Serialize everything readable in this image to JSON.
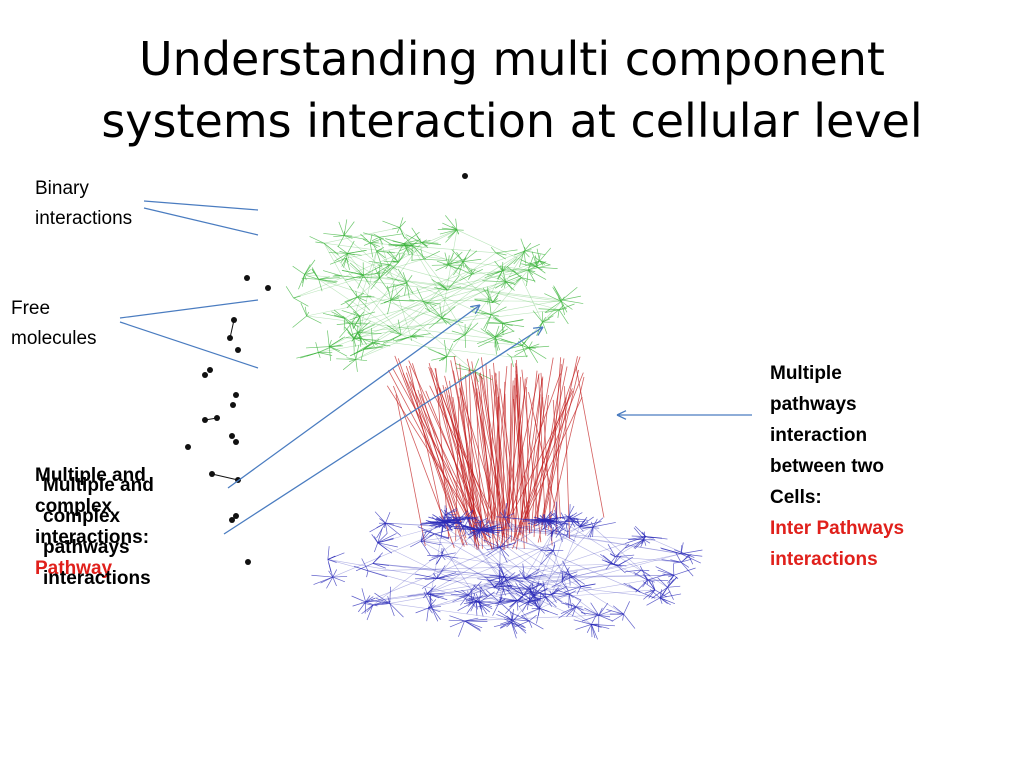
{
  "slide": {
    "title_line1": "Understanding multi component",
    "title_line2": "systems interaction at cellular level"
  },
  "labels": {
    "binary_line1": "Binary",
    "binary_line2": "interactions",
    "free_line1": "Free",
    "free_line2": "molecules",
    "complex_back": [
      "Multiple and",
      "complex",
      "interactions:",
      "Pathway"
    ],
    "complex_front": [
      "Multiple and",
      "complex",
      "pathways",
      "interactions"
    ],
    "pathways_lines": [
      "Multiple",
      "pathways",
      "interaction",
      "between two",
      "Cells:"
    ],
    "inter_line1": "Inter Pathways",
    "inter_line2": "interactions"
  },
  "colors": {
    "upper_network": "#3cb43c",
    "lower_network": "#2a2ab8",
    "links": "#c01818",
    "arrows": "#4a7cc0",
    "accent_text": "#e0201b"
  }
}
